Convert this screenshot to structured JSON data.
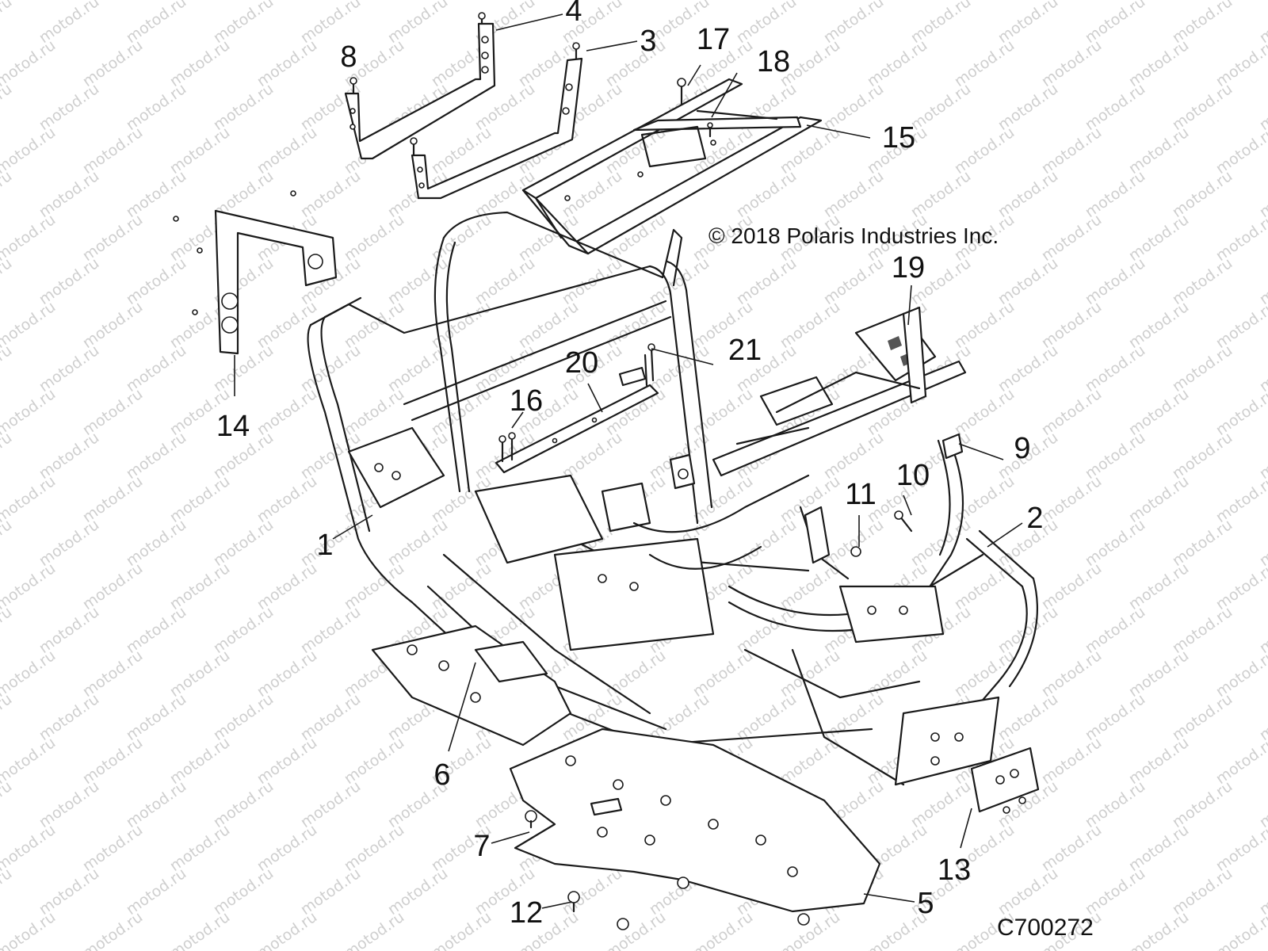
{
  "copyright": "© 2018 Polaris Industries Inc.",
  "diagram_id": "C700272",
  "watermark": "motod.ru",
  "callouts": [
    {
      "label": "1"
    },
    {
      "label": "2"
    },
    {
      "label": "3"
    },
    {
      "label": "4"
    },
    {
      "label": "5"
    },
    {
      "label": "6"
    },
    {
      "label": "7"
    },
    {
      "label": "8"
    },
    {
      "label": "9"
    },
    {
      "label": "10"
    },
    {
      "label": "11"
    },
    {
      "label": "12"
    },
    {
      "label": "13"
    },
    {
      "label": "14"
    },
    {
      "label": "15"
    },
    {
      "label": "16"
    },
    {
      "label": "17"
    },
    {
      "label": "18"
    },
    {
      "label": "19"
    },
    {
      "label": "20"
    },
    {
      "label": "21"
    }
  ]
}
